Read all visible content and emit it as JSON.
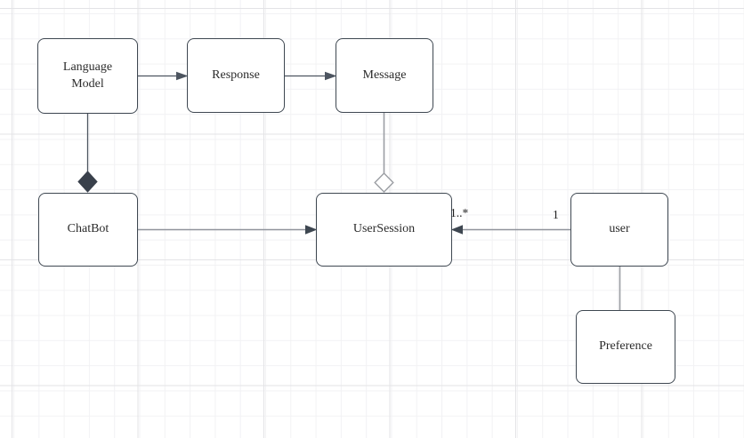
{
  "colors": {
    "node_border": "#3e4751",
    "node_fill": "#ffffff",
    "edge_dark": "#4d5560",
    "edge_light": "#9b9ea3",
    "edge_medium": "#8f939b",
    "composition_diamond_fill": "#39404b",
    "grid_minor": "#f2f2f4",
    "grid_major": "#e3e3e6",
    "text": "#2b2b2b"
  },
  "diagram": {
    "nodes": {
      "language_model": {
        "label": "Language Model"
      },
      "response": {
        "label": "Response"
      },
      "message": {
        "label": "Message"
      },
      "chatbot": {
        "label": "ChatBot"
      },
      "usersession": {
        "label": "UserSession"
      },
      "user": {
        "label": "user"
      },
      "preference": {
        "label": "Preference"
      }
    },
    "edges": [
      {
        "from": "Language Model",
        "to": "Response",
        "type": "directed association (filled arrow)"
      },
      {
        "from": "Response",
        "to": "Message",
        "type": "directed association (filled arrow)"
      },
      {
        "from": "Language Model",
        "to": "ChatBot",
        "type": "composition (filled diamond at ChatBot)"
      },
      {
        "from": "Message",
        "to": "UserSession",
        "type": "aggregation (hollow diamond at UserSession)"
      },
      {
        "from": "ChatBot",
        "to": "UserSession",
        "type": "directed association (filled arrow)"
      },
      {
        "from": "user",
        "to": "UserSession",
        "type": "directed association (filled arrow)",
        "source_multiplicity": "1",
        "target_multiplicity": "1..*"
      },
      {
        "from": "user",
        "to": "Preference",
        "type": "association (plain line)"
      }
    ],
    "labels": {
      "usersession_multiplicity": "1..*",
      "user_multiplicity": "1"
    }
  }
}
